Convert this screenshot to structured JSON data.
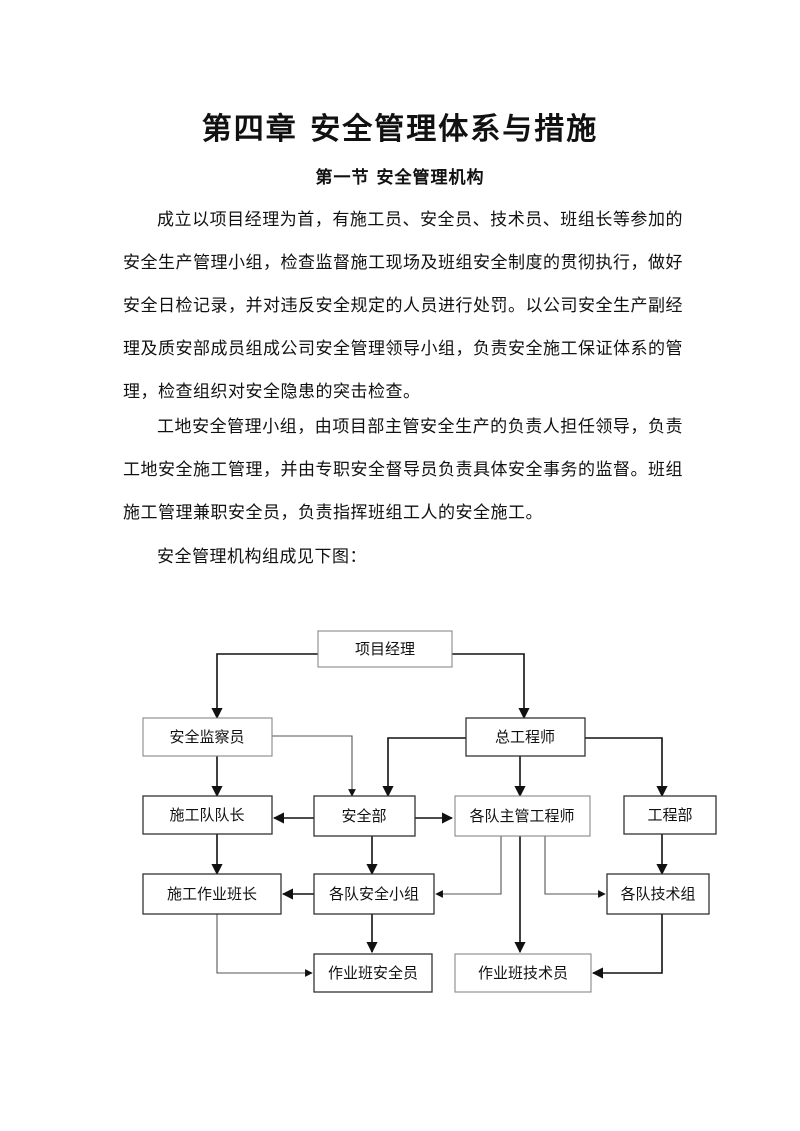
{
  "chapter_title": "第四章  安全管理体系与措施",
  "section_title": "第一节  安全管理机构",
  "paragraphs": [
    "成立以项目经理为首，有施工员、安全员、技术员、班组长等参加的安全生产管理小组，检查监督施工现场及班组安全制度的贯彻执行，做好安全日检记录，并对违反安全规定的人员进行处罚。以公司安全生产副经理及质安部成员组成公司安全管理领导小组，负责安全施工保证体系的管理，检查组织对安全隐患的突击检查。",
    "工地安全管理小组，由项目部主管安全生产的负责人担任领导，负责工地安全施工管理，并由专职安全督导员负责具体安全事务的监督。班组施工管理兼职安全员，负责指挥班组工人的安全施工。",
    "安全管理机构组成见下图："
  ],
  "org_chart": {
    "project_manager": "项目经理",
    "safety_inspector": "安全监察员",
    "chief_engineer": "总工程师",
    "construction_team_leader": "施工队队长",
    "safety_department": "安全部",
    "team_chief_engineers": "各队主管工程师",
    "engineering_department": "工程部",
    "work_team_leader": "施工作业班长",
    "team_safety_groups": "各队安全小组",
    "team_technical_groups": "各队技术组",
    "work_team_safety_officer": "作业班安全员",
    "work_team_technician": "作业班技术员"
  }
}
